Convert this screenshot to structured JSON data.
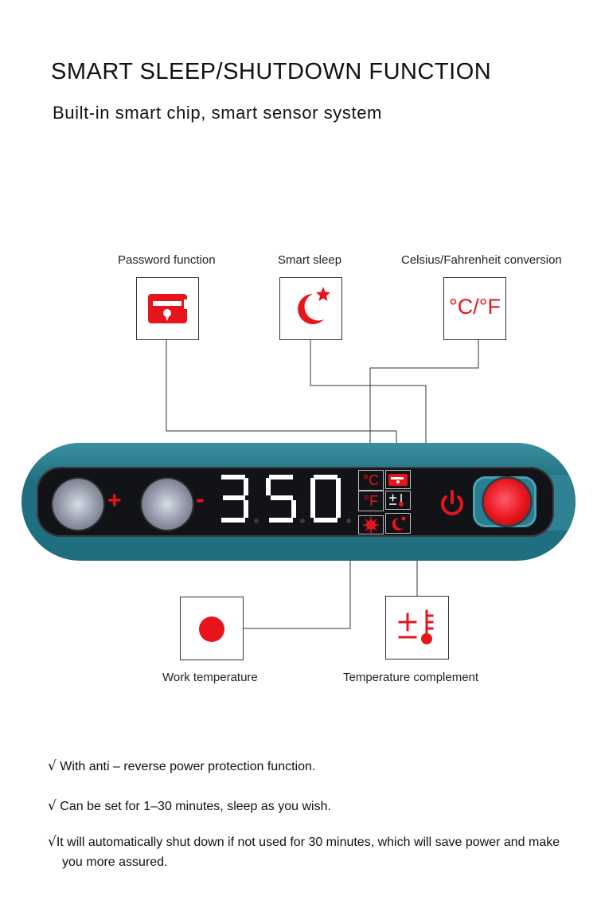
{
  "header": {
    "title": "SMART SLEEP/SHUTDOWN FUNCTION",
    "subtitle": "Built-in smart chip, smart sensor system"
  },
  "features": {
    "password": {
      "label": "Password function",
      "icon": "password-icon"
    },
    "sleep": {
      "label": "Smart sleep",
      "icon": "moon-star-icon"
    },
    "conversion": {
      "label": "Celsius/Fahrenheit conversion",
      "symbol": "°C/°F"
    },
    "work_temp": {
      "label": "Work temperature",
      "icon": "red-dot-icon"
    },
    "temp_comp": {
      "label": "Temperature complement",
      "icon": "plus-minus-thermometer-icon"
    }
  },
  "panel": {
    "plus": "+",
    "minus": "-",
    "display": "3 5 0",
    "unit_c": "°C",
    "unit_f": "°F",
    "accent": "#e8141c",
    "body_color": "#1f6f80"
  },
  "notes": [
    {
      "check": "√",
      "text": "With anti – reverse power protection function."
    },
    {
      "check": "√",
      "text": "Can be set for 1–30 minutes, sleep as you wish."
    },
    {
      "check": "√",
      "text": "It will automatically shut down if not used for 30 minutes, which will save power and make you more assured."
    }
  ]
}
